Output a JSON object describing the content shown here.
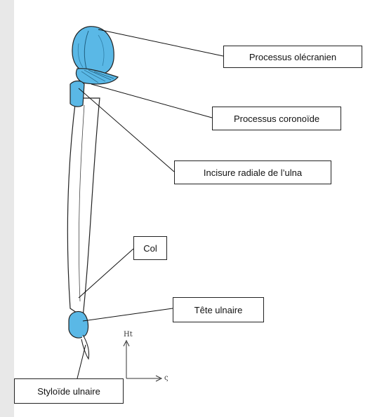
{
  "labels": {
    "olecranon": "Processus olécranien",
    "coronoid": "Processus coronoïde",
    "radial_notch": "Incisure radiale de l’ulna",
    "neck": "Col",
    "head": "Tête ulnaire",
    "styloid": "Styloïde ulnaire"
  },
  "orientation": {
    "up": "Ht",
    "side": "ς"
  },
  "colors": {
    "bone_fill": "#5ab8e6",
    "outline": "#222222"
  }
}
